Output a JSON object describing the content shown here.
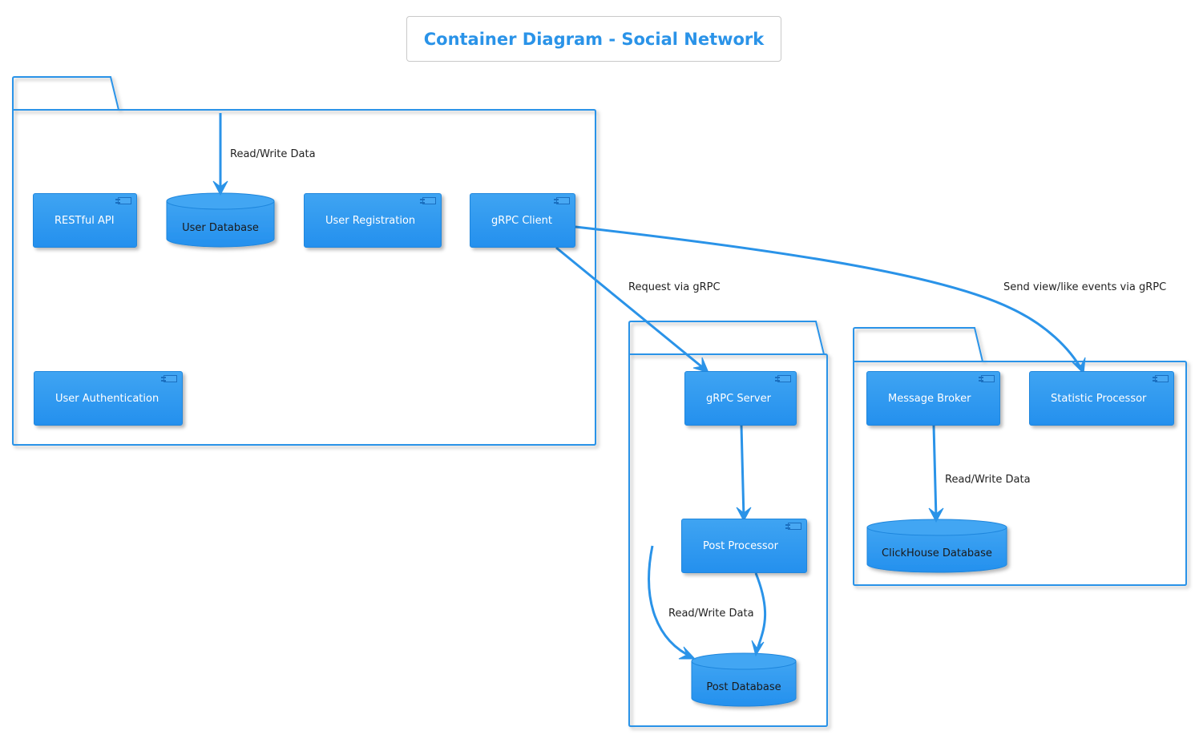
{
  "title": "Container Diagram - Social Network",
  "colors": {
    "accent": "#2a93e8",
    "node_fill": "#2490ee",
    "border": "#2a93e8"
  },
  "components": {
    "restful_api": "RESTful API",
    "user_registration": "User Registration",
    "grpc_client": "gRPC Client",
    "user_authentication": "User Authentication",
    "grpc_server": "gRPC Server",
    "post_processor": "Post Processor",
    "message_broker": "Message Broker",
    "statistic_processor": "Statistic Processor"
  },
  "databases": {
    "user_db": "User Database",
    "post_db": "Post Database",
    "clickhouse_db": "ClickHouse Database"
  },
  "edges": {
    "user_rw": "Read/Write Data",
    "request_grpc": "Request via gRPC",
    "send_events": "Send view/like events via gRPC",
    "post_rw": "Read/Write Data",
    "clickhouse_rw": "Read/Write Data"
  },
  "icons": {
    "component": "component-icon"
  }
}
